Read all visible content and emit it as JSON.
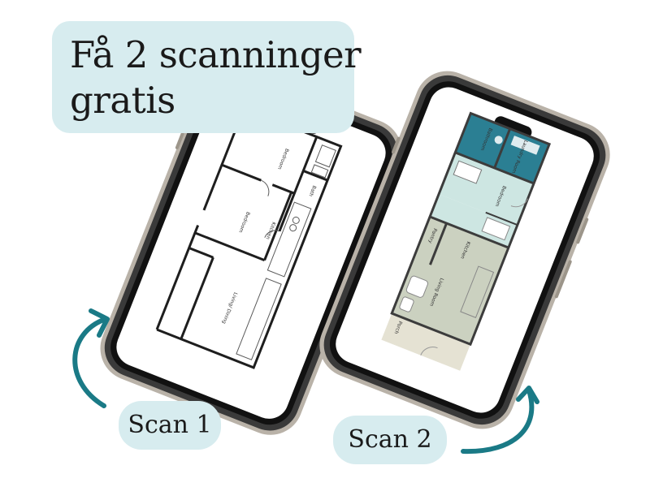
{
  "headline": {
    "line1": "Få 2 scanninger",
    "line2": "gratis"
  },
  "scan_labels": {
    "scan1": "Scan 1",
    "scan2": "Scan 2"
  },
  "plan1_rooms": {
    "bath": "Bath",
    "bedroom_top": "Bedroom",
    "bedroom_mid": "Bedroom",
    "kitchen": "Kitchen",
    "living": "Living/ Dining"
  },
  "plan2_rooms": {
    "bathroom_top": "Bathroom",
    "laundry": "Laundry Room",
    "bedroom": "Bedroom",
    "pantry": "Pantry",
    "kitchen": "Kitchen",
    "living": "Living Room",
    "porch": "Porch"
  },
  "colors": {
    "bubble": "#d7ecef",
    "arrow": "#1a7a86",
    "phone_frame": "#b9b2a8",
    "plan_teal": "#2b7f93",
    "plan_mint": "#cde6e2",
    "plan_sage": "#cbd1c0",
    "plan_beige": "#e5e2d3"
  },
  "icons": [
    "curved-arrow-icon",
    "curved-arrow-icon",
    "phone-camera-notch-icon"
  ]
}
